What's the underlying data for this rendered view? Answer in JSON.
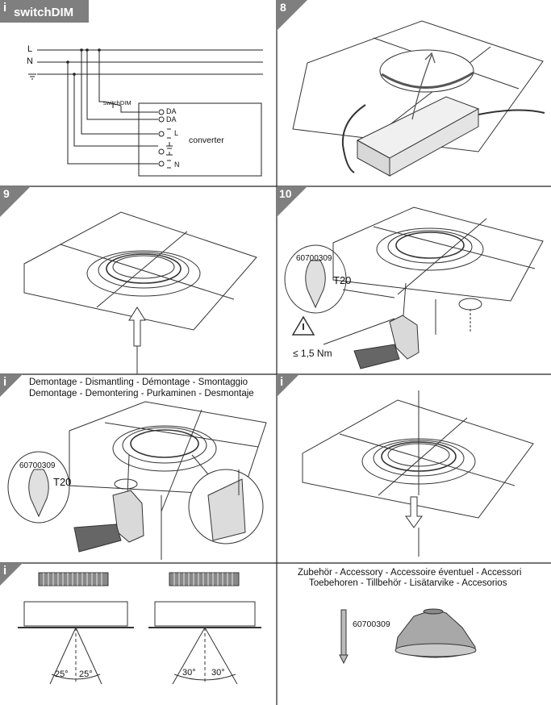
{
  "panels": {
    "wiring": {
      "badge": "i",
      "title": "switchDIM",
      "lines": [
        "L",
        "N"
      ],
      "switch_label": "switchDIM",
      "terminals": [
        "DA",
        "DA",
        "L",
        "N"
      ],
      "device_label": "converter"
    },
    "step8": {
      "badge": "8"
    },
    "step9": {
      "badge": "9"
    },
    "step10": {
      "badge": "10",
      "part_number": "60700309",
      "bit": "T20",
      "torque": "≤ 1,5 Nm"
    },
    "dismantling": {
      "badge": "i",
      "header_line1": "Demontage - Dismantling - Démontage - Smontaggio",
      "header_line2": "Demontage - Demontering - Purkaminen - Desmontaje",
      "part_number": "60700309",
      "bit": "T20"
    },
    "removal": {
      "badge": "i"
    },
    "angles": {
      "badge": "i",
      "left_angles": [
        "25°",
        "25°"
      ],
      "right_angles": [
        "30°",
        "30°"
      ]
    },
    "accessory": {
      "header_line1": "Zubehör - Accessory - Accessoire éventuel - Accessori",
      "header_line2": "Toebehoren - Tillbehör - Lisätarvike - Accesorios",
      "part_number": "60700309"
    }
  },
  "colors": {
    "badge": "#7f7f7f",
    "line": "#222222",
    "grey_fill": "#cfcfcf"
  }
}
